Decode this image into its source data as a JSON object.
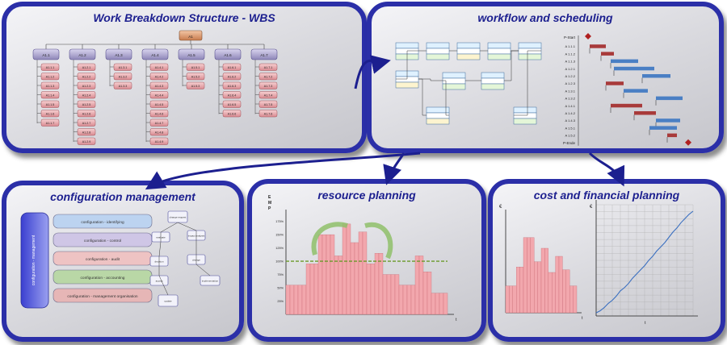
{
  "panels": {
    "wbs": {
      "title": "Work Breakdown Structure - WBS"
    },
    "workflow": {
      "title": "workflow and scheduling"
    },
    "config": {
      "title": "configuration management"
    },
    "resource": {
      "title": "resource planning"
    },
    "cost": {
      "title": "cost and financial planning"
    }
  },
  "wbs_tree": {
    "root": "A1",
    "level1": [
      "A1.1",
      "A1.2",
      "A1.3",
      "A1.4",
      "A1.5",
      "A1.6",
      "A1.7"
    ],
    "columns": [
      [
        "A1.1.1",
        "A1.1.2",
        "A1.1.3",
        "A1.1.4",
        "A1.1.5",
        "A1.1.6",
        "A1.1.7"
      ],
      [
        "A1.2.1",
        "A1.2.2",
        "A1.2.3",
        "A1.2.4",
        "A1.2.5",
        "A1.2.6",
        "A1.2.7",
        "A1.2.8",
        "A1.2.9"
      ],
      [
        "A1.3.1",
        "A1.3.2",
        "A1.3.3"
      ],
      [
        "A1.4.1",
        "A1.4.2",
        "A1.4.3",
        "A1.4.4",
        "A1.4.5",
        "A1.4.6",
        "A1.4.7",
        "A1.4.8",
        "A1.4.9"
      ],
      [
        "A1.5.1",
        "A1.5.2",
        "A1.5.3"
      ],
      [
        "A1.6.1",
        "A1.6.2",
        "A1.6.3",
        "A1.6.4",
        "A1.6.5",
        "A1.6.6"
      ],
      [
        "A1.7.1",
        "A1.7.2",
        "A1.7.3",
        "A1.7.4",
        "A1.7.5",
        "A1.7.6"
      ]
    ]
  },
  "gantt": {
    "top_label": "P-Start",
    "bottom_label": "P-Ende",
    "rows": [
      "A 1.1.1",
      "A 1.1.2",
      "A 1.1.3",
      "A 1.2.1",
      "A 1.2.2",
      "A 1.2.3",
      "A 1.3.1",
      "A 1.3.2",
      "A 1.4.1",
      "A 1.4.2",
      "A 1.4.3",
      "A 1.5.1",
      "A 1.5.2"
    ]
  },
  "config_items": {
    "vertical_label": "configuration - management",
    "bars": [
      "configuration - identifying",
      "configuration - control",
      "configuration - audit",
      "configuration - accounting",
      "configuration - management organisation"
    ],
    "flow_boxes": [
      "change request",
      "evaluate",
      "impact analysis",
      "decision",
      "change",
      "accept",
      "implementation",
      "update"
    ]
  },
  "resource_chart": {
    "ylabel_lines": [
      "E",
      "M",
      "P"
    ],
    "xlabel": "t",
    "yticks": [
      "175%",
      "150%",
      "125%",
      "100%",
      "75%",
      "50%",
      "25%"
    ],
    "values": [
      55,
      55,
      55,
      55,
      55,
      95,
      95,
      95,
      150,
      150,
      150,
      150,
      110,
      110,
      170,
      170,
      135,
      135,
      155,
      155,
      95,
      95,
      115,
      115,
      75,
      75,
      75,
      75,
      55,
      55,
      55,
      55,
      110,
      110,
      80,
      80,
      40,
      40,
      40,
      40
    ],
    "line_100": 100
  },
  "cost_chart": {
    "ylabel": "€",
    "xlabel": "t",
    "bars": [
      50,
      50,
      50,
      85,
      85,
      140,
      140,
      140,
      95,
      95,
      120,
      120,
      75,
      75,
      105,
      105,
      80,
      80,
      50,
      50
    ],
    "cumulative": [
      3,
      5,
      8,
      12,
      15,
      19,
      24,
      27,
      31,
      36,
      40,
      44,
      48,
      53,
      57,
      62,
      66,
      70,
      75,
      80,
      84,
      89,
      93,
      97,
      100
    ]
  },
  "colors": {
    "frame": "#2b2fa8",
    "title": "#1c1f8f",
    "bar_fill": "#f2a7ad",
    "bar_stroke": "#c4606a"
  }
}
